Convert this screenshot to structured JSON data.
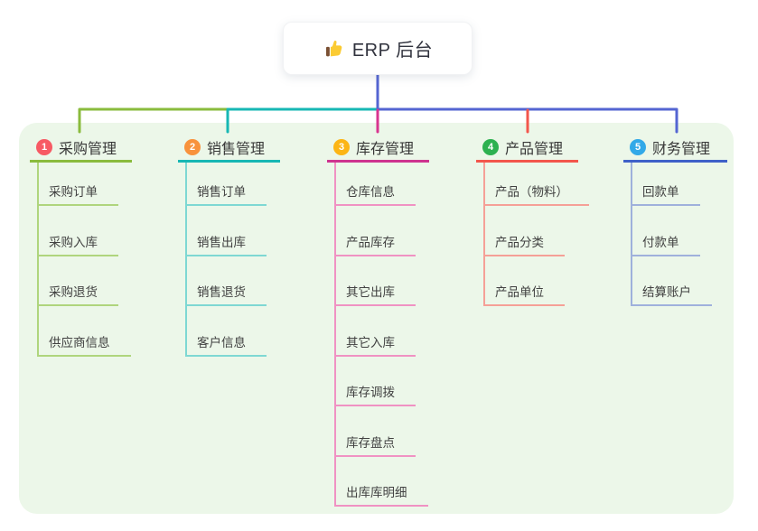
{
  "root": {
    "title": "ERP 后台",
    "icon": "thumbs-up-icon"
  },
  "branches": [
    {
      "badge": "1",
      "label": "采购管理",
      "badge_color": "#F75A64",
      "color": "#8ABB3D",
      "light_color": "#AFD57D",
      "children": [
        "采购订单",
        "采购入库",
        "采购退货",
        "供应商信息"
      ]
    },
    {
      "badge": "2",
      "label": "销售管理",
      "badge_color": "#F8923C",
      "color": "#17B7B4",
      "light_color": "#7ED8D3",
      "children": [
        "销售订单",
        "销售出库",
        "销售退货",
        "客户信息"
      ]
    },
    {
      "badge": "3",
      "label": "库存管理",
      "badge_color": "#FCB515",
      "color": "#CE338F",
      "light_color": "#F092C3",
      "children": [
        "仓库信息",
        "产品库存",
        "其它出库",
        "其它入库",
        "库存调拨",
        "库存盘点",
        "出库库明细"
      ]
    },
    {
      "badge": "4",
      "label": "产品管理",
      "badge_color": "#2DB150",
      "color": "#F3564C",
      "light_color": "#F5A097",
      "children": [
        "产品（物料）",
        "产品分类",
        "产品单位"
      ]
    },
    {
      "badge": "5",
      "label": "财务管理",
      "badge_color": "#32A9E8",
      "color": "#3F61C8",
      "light_color": "#9FB1DC",
      "children": [
        "回款单",
        "付款单",
        "结算账户"
      ]
    }
  ],
  "connector_color": "#5465D2",
  "panel_color": "#ECF7E9",
  "thumb_icon_colors": {
    "hand": "#FBCB33",
    "cuff": "#7A4F32"
  }
}
